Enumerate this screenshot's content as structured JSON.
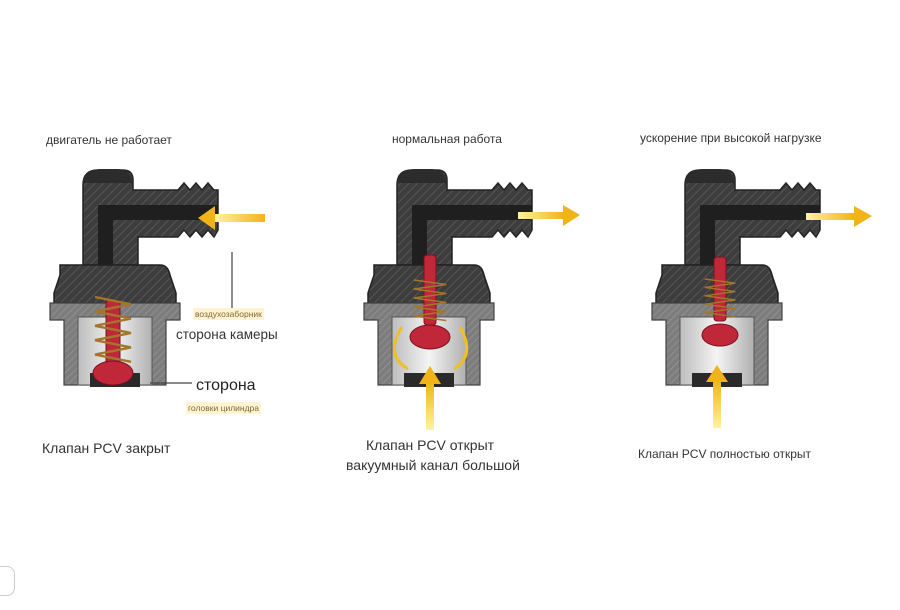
{
  "panels": [
    {
      "condition": "двигатель не работает",
      "caption_lines": [
        "Клапан PCV закрыт"
      ],
      "state": "closed",
      "flow": "into-valve"
    },
    {
      "condition": "нормальная работа",
      "caption_lines": [
        "Клапан PCV открыт",
        "вакуумный канал большой"
      ],
      "state": "open",
      "flow": "out-of-valve"
    },
    {
      "condition": "ускорение при высокой нагрузке",
      "caption_lines": [
        "Клапан PCV полностью открыт"
      ],
      "state": "fully-open",
      "flow": "out-of-valve"
    }
  ],
  "labels": {
    "intake_tag": "воздухозаборник",
    "chamber_side": "сторона камеры",
    "side_word": "сторона",
    "head_tag": "головки цилиндра"
  },
  "colors": {
    "body_dark": "#3b3b3b",
    "body_hatch": "#5a5a5a",
    "plunger": "#c0283a",
    "spring": "#a4762a",
    "arrow": "#f0c020",
    "shell_gray": "#8a8a8a"
  }
}
